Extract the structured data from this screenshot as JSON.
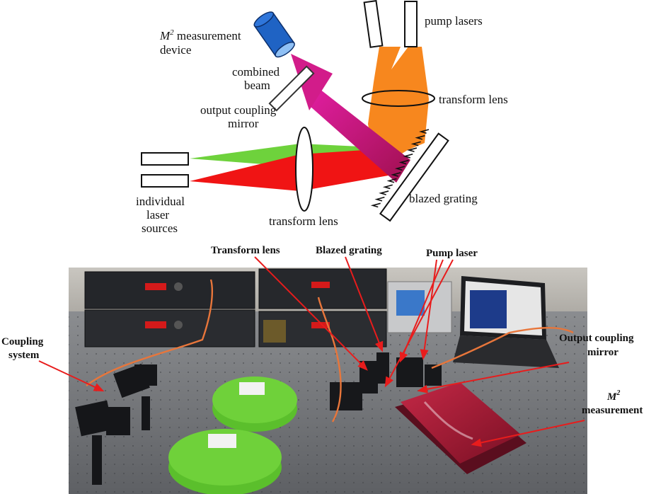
{
  "schematic": {
    "m2_symbol": "M",
    "m2_superscript": "2",
    "m2_device_text": "measurement",
    "m2_device_line2": "device",
    "pump_lasers": "pump lasers",
    "transform_lens_top": "transform lens",
    "combined_beam_1": "combined",
    "combined_beam_2": "beam",
    "output_coupling_1": "output coupling",
    "output_coupling_2": "mirror",
    "individual_1": "individual",
    "individual_2": "laser",
    "individual_3": "sources",
    "transform_lens_bottom": "transform lens",
    "blazed_grating": "blazed grating"
  },
  "photo_labels": {
    "transform_lens": "Transform lens",
    "blazed_grating": "Blazed grating",
    "pump_laser": "Pump laser",
    "coupling_1": "Coupling",
    "coupling_2": "system",
    "output_coupling_1": "Output coupling",
    "output_coupling_2": "mirror",
    "m2_symbol": "M",
    "m2_superscript": "2",
    "m2_text": "measurement"
  },
  "colors": {
    "green_beam": "#6ed23c",
    "red_beam": "#f01414",
    "orange_beam": "#f7871e",
    "magenta_beam": "#c8167a",
    "device_blue": "#1f63c4",
    "annotation_red": "#e81c1c",
    "table_gray": "#6b6e72",
    "reel_green": "#6fd13a",
    "m2_device_red": "#9e1a34"
  }
}
